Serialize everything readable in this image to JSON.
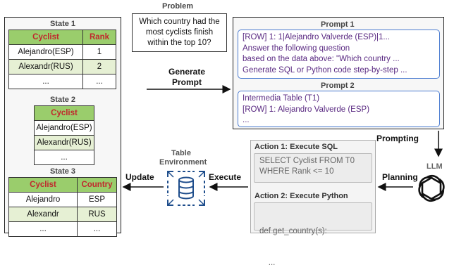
{
  "problem": {
    "title": "Problem",
    "question_lines": [
      "Which country had the",
      "most cyclists finish",
      "within the top 10?"
    ]
  },
  "states": {
    "state1": {
      "title": "State 1",
      "headers": [
        "Cyclist",
        "Rank"
      ],
      "rows": [
        [
          "Alejandro(ESP)",
          "1"
        ],
        [
          "Alexandr(RUS)",
          "2"
        ],
        [
          "...",
          "..."
        ]
      ]
    },
    "state2": {
      "title": "State 2",
      "headers": [
        "Cyclist"
      ],
      "rows": [
        [
          "Alejandro(ESP)"
        ],
        [
          "Alexandr(RUS)"
        ],
        [
          "..."
        ]
      ]
    },
    "state3": {
      "title": "State 3",
      "headers": [
        "Cyclist",
        "Country"
      ],
      "rows": [
        [
          "Alejandro",
          "ESP"
        ],
        [
          "Alexandr",
          "RUS"
        ],
        [
          "...",
          "..."
        ]
      ]
    }
  },
  "generate_prompt_label": [
    "Generate",
    "Prompt"
  ],
  "prompts": {
    "prompt1": {
      "title": "Prompt 1",
      "lines": [
        "[ROW] 1: 1|Alejandro Valverde (ESP)|1...",
        "Answer the following question",
        "based on the data above: \"Which country ...",
        "Generate SQL or Python code step-by-step ..."
      ]
    },
    "prompt2": {
      "title": "Prompt 2",
      "lines": [
        "Intermedia Table (T1)",
        "[ROW] 1: Alejandro Valverde (ESP)",
        "..."
      ]
    }
  },
  "actions": {
    "action1": {
      "title": "Action 1:  Execute SQL",
      "code": [
        "SELECT Cyclist FROM T0",
        "WHERE Rank <= 10"
      ]
    },
    "action2": {
      "title": "Action 2:  Execute Python",
      "code": [
        "def get_country(s):",
        "    ..."
      ]
    }
  },
  "labels": {
    "prompting": "Prompting",
    "planning": "Planning",
    "execute": "Execute",
    "update": "Update",
    "llm": "LLM",
    "table_environment": [
      "Table",
      "Environment"
    ]
  },
  "colors": {
    "header_green": "#9acd6c",
    "header_text_red": "#c0282d",
    "row_alt_green": "#e6f0d4",
    "prompt_border_blue": "#4a7bd0",
    "prompt_text_purple": "#5a2a82",
    "env_icon_blue": "#1f4e8c",
    "llm_label_gray": "#666666"
  },
  "icons": [
    "database-icon",
    "openai-logo-icon"
  ]
}
